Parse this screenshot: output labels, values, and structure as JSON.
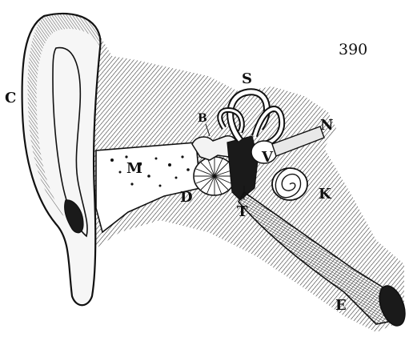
{
  "figure": {
    "number": "390",
    "labels": {
      "C": "C",
      "S": "S",
      "N": "N",
      "B": "B",
      "M": "M",
      "V": "V",
      "D": "D",
      "K": "K",
      "T": "T",
      "E": "E"
    }
  },
  "colors": {
    "ink": "#111111",
    "paper": "#ffffff",
    "hatch": "#2a2a2a"
  }
}
